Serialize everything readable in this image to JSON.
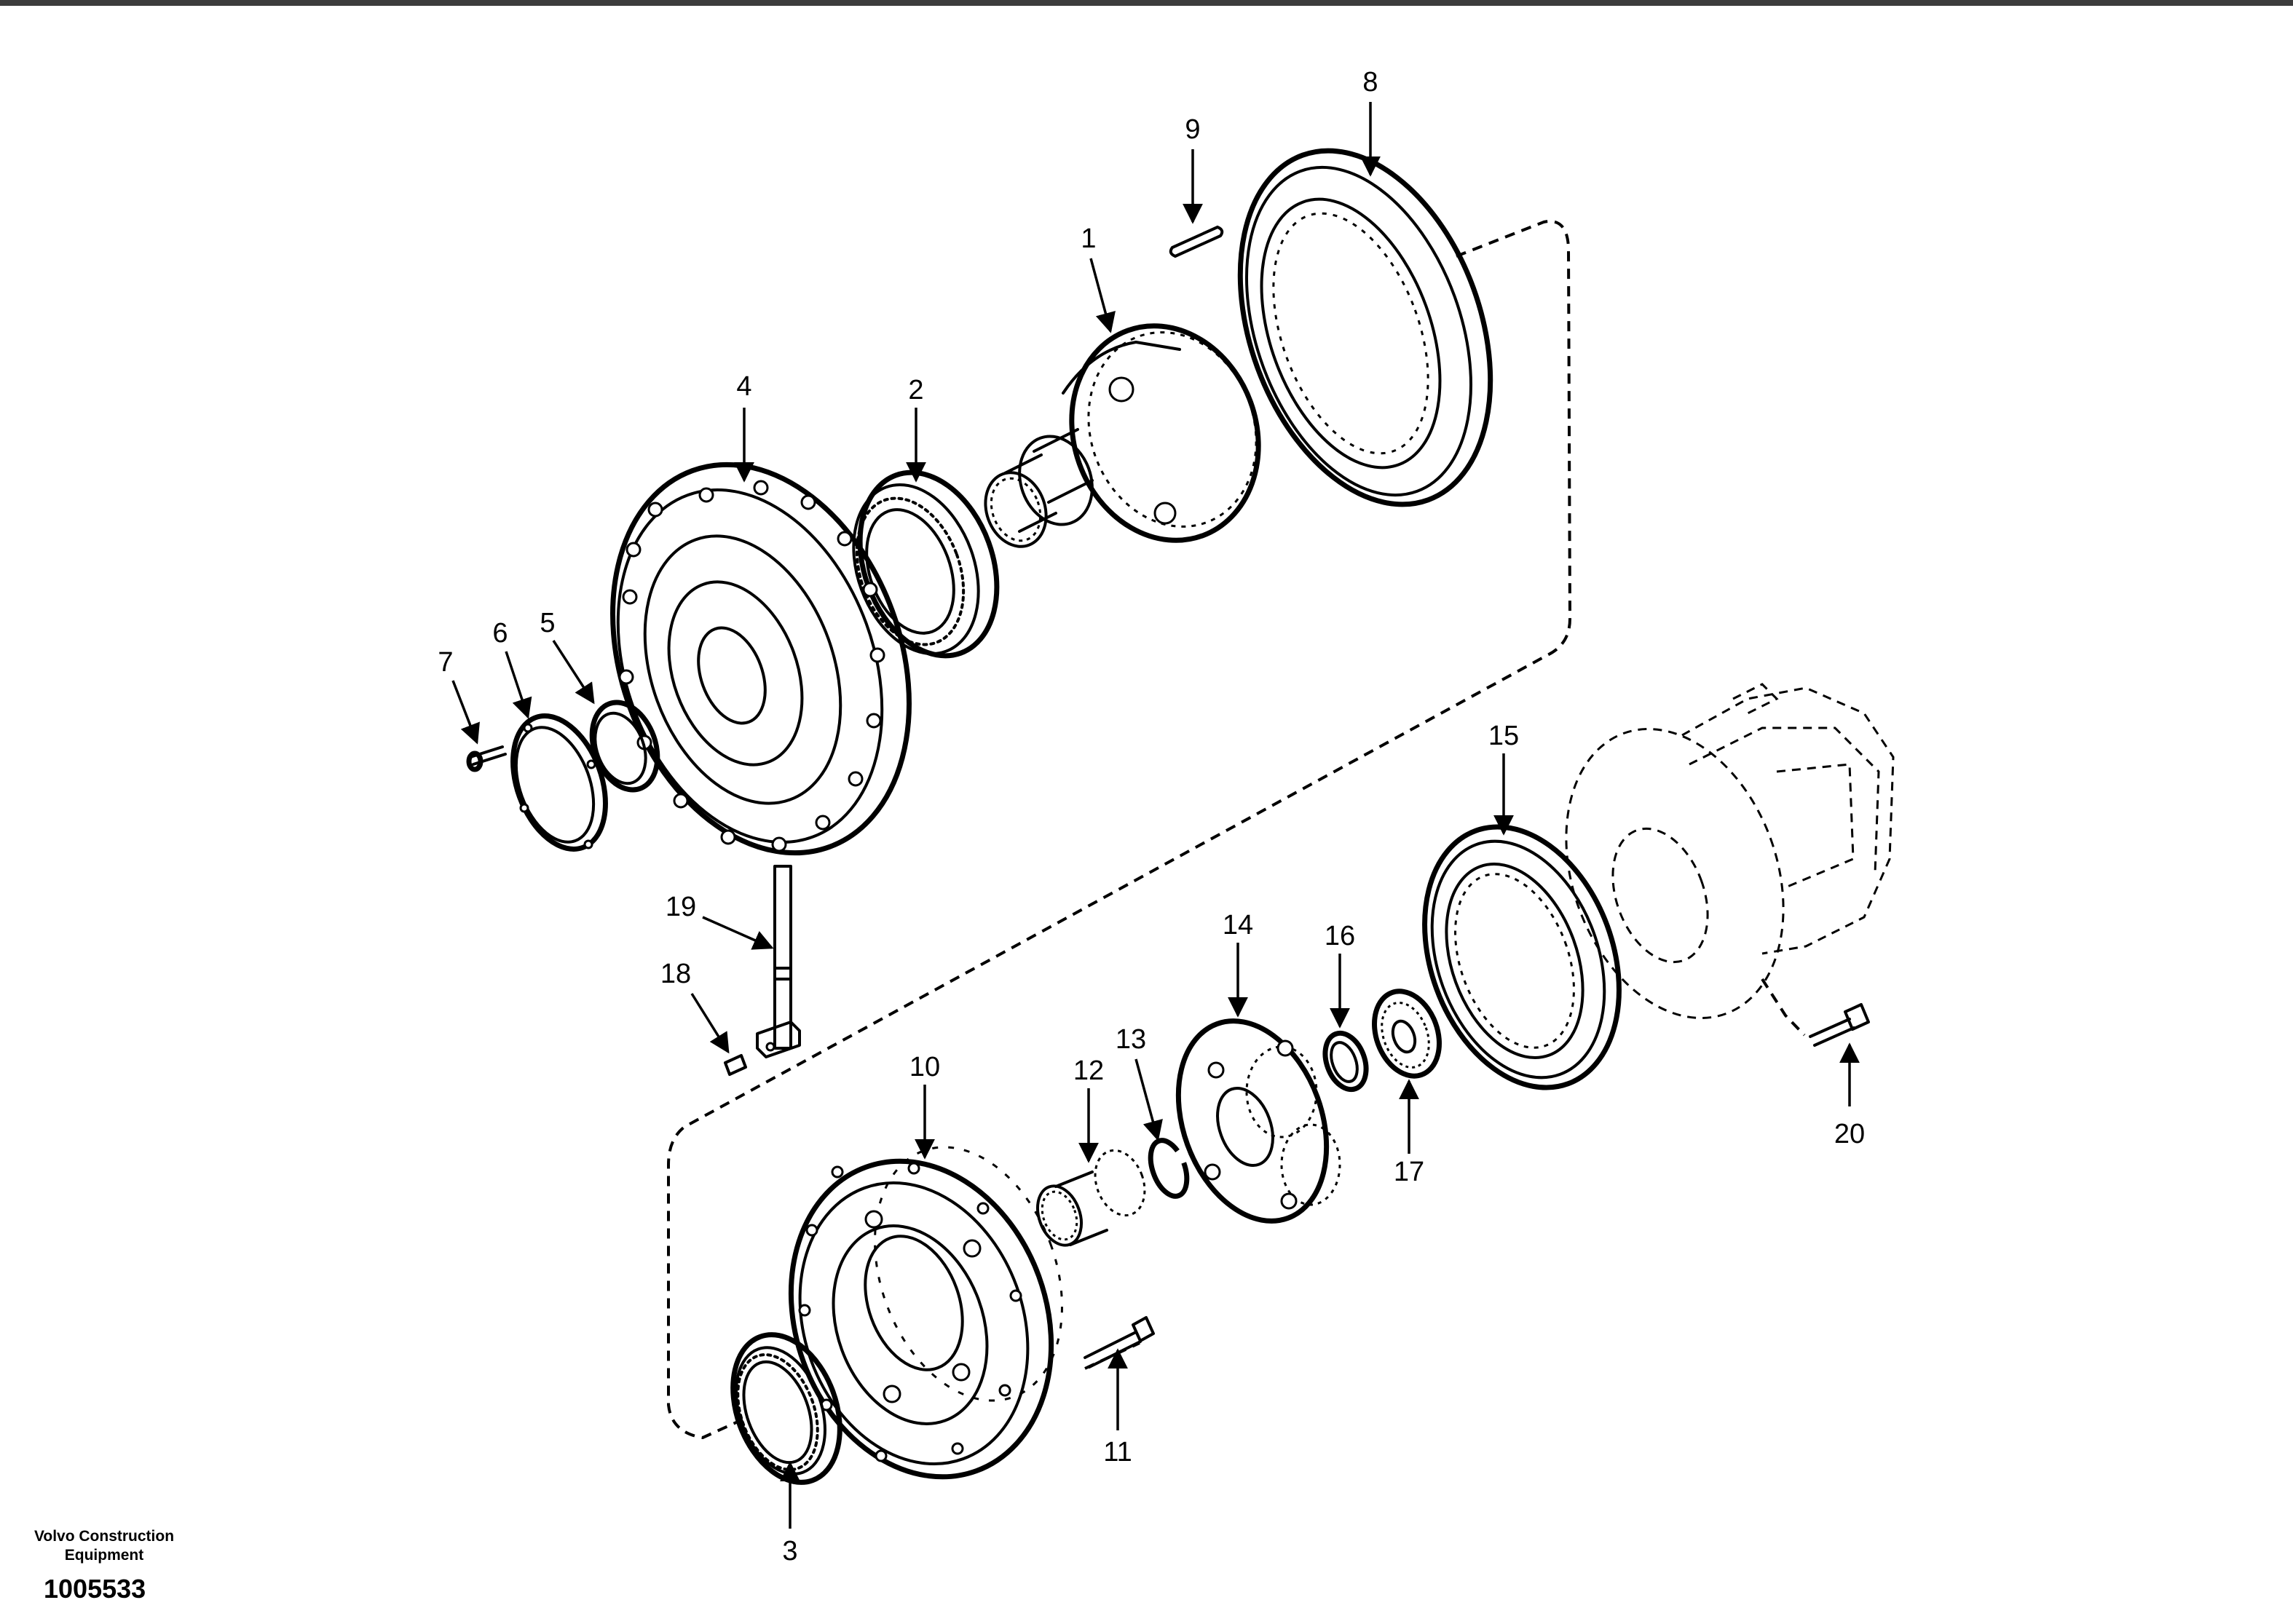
{
  "caption": {
    "line1": "Volvo Construction",
    "line2": "Equipment",
    "document_number": "1005533"
  },
  "callouts": [
    {
      "id": "1",
      "label": "1"
    },
    {
      "id": "2",
      "label": "2"
    },
    {
      "id": "3",
      "label": "3"
    },
    {
      "id": "4",
      "label": "4"
    },
    {
      "id": "5",
      "label": "5"
    },
    {
      "id": "6",
      "label": "6"
    },
    {
      "id": "7",
      "label": "7"
    },
    {
      "id": "8",
      "label": "8"
    },
    {
      "id": "9",
      "label": "9"
    },
    {
      "id": "10",
      "label": "10"
    },
    {
      "id": "11",
      "label": "11"
    },
    {
      "id": "12",
      "label": "12"
    },
    {
      "id": "13",
      "label": "13"
    },
    {
      "id": "14",
      "label": "14"
    },
    {
      "id": "15",
      "label": "15"
    },
    {
      "id": "16",
      "label": "16"
    },
    {
      "id": "17",
      "label": "17"
    },
    {
      "id": "18",
      "label": "18"
    },
    {
      "id": "19",
      "label": "19"
    },
    {
      "id": "20",
      "label": "20"
    }
  ]
}
